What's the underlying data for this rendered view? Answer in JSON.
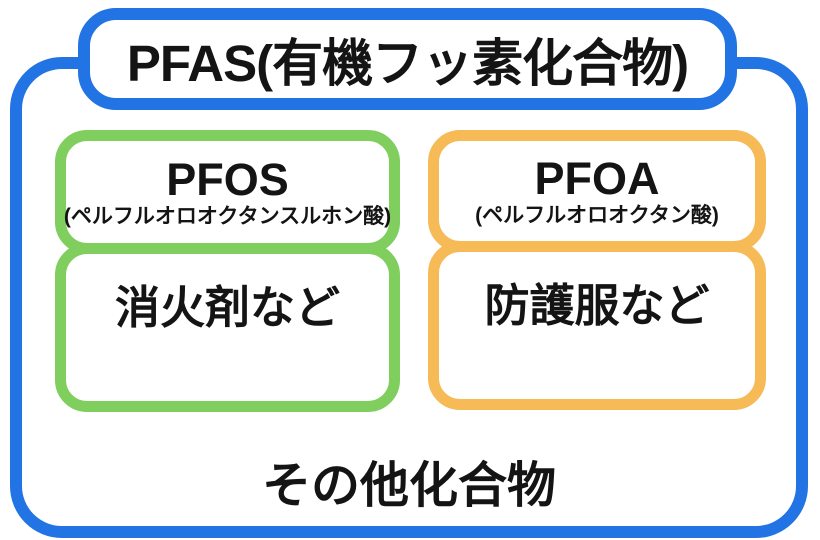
{
  "diagram": {
    "title": "PFAS(有機フッ素化合物)",
    "groups": [
      {
        "id": "pfos",
        "name": "PFOS",
        "subtitle": "(ペルフルオロオクタンスルホン酸)",
        "example": "消火剤など",
        "border_color": "#7FCE5E"
      },
      {
        "id": "pfoa",
        "name": "PFOA",
        "subtitle": "(ペルフルオロオクタン酸)",
        "example": "防護服など",
        "border_color": "#F6BA57"
      }
    ],
    "other_label": "その他化合物",
    "colors": {
      "outer_border": "#2273E3",
      "pfos_border": "#7FCE5E",
      "pfoa_border": "#F6BA57",
      "text": "#141414",
      "background": "#FFFFFF"
    }
  }
}
